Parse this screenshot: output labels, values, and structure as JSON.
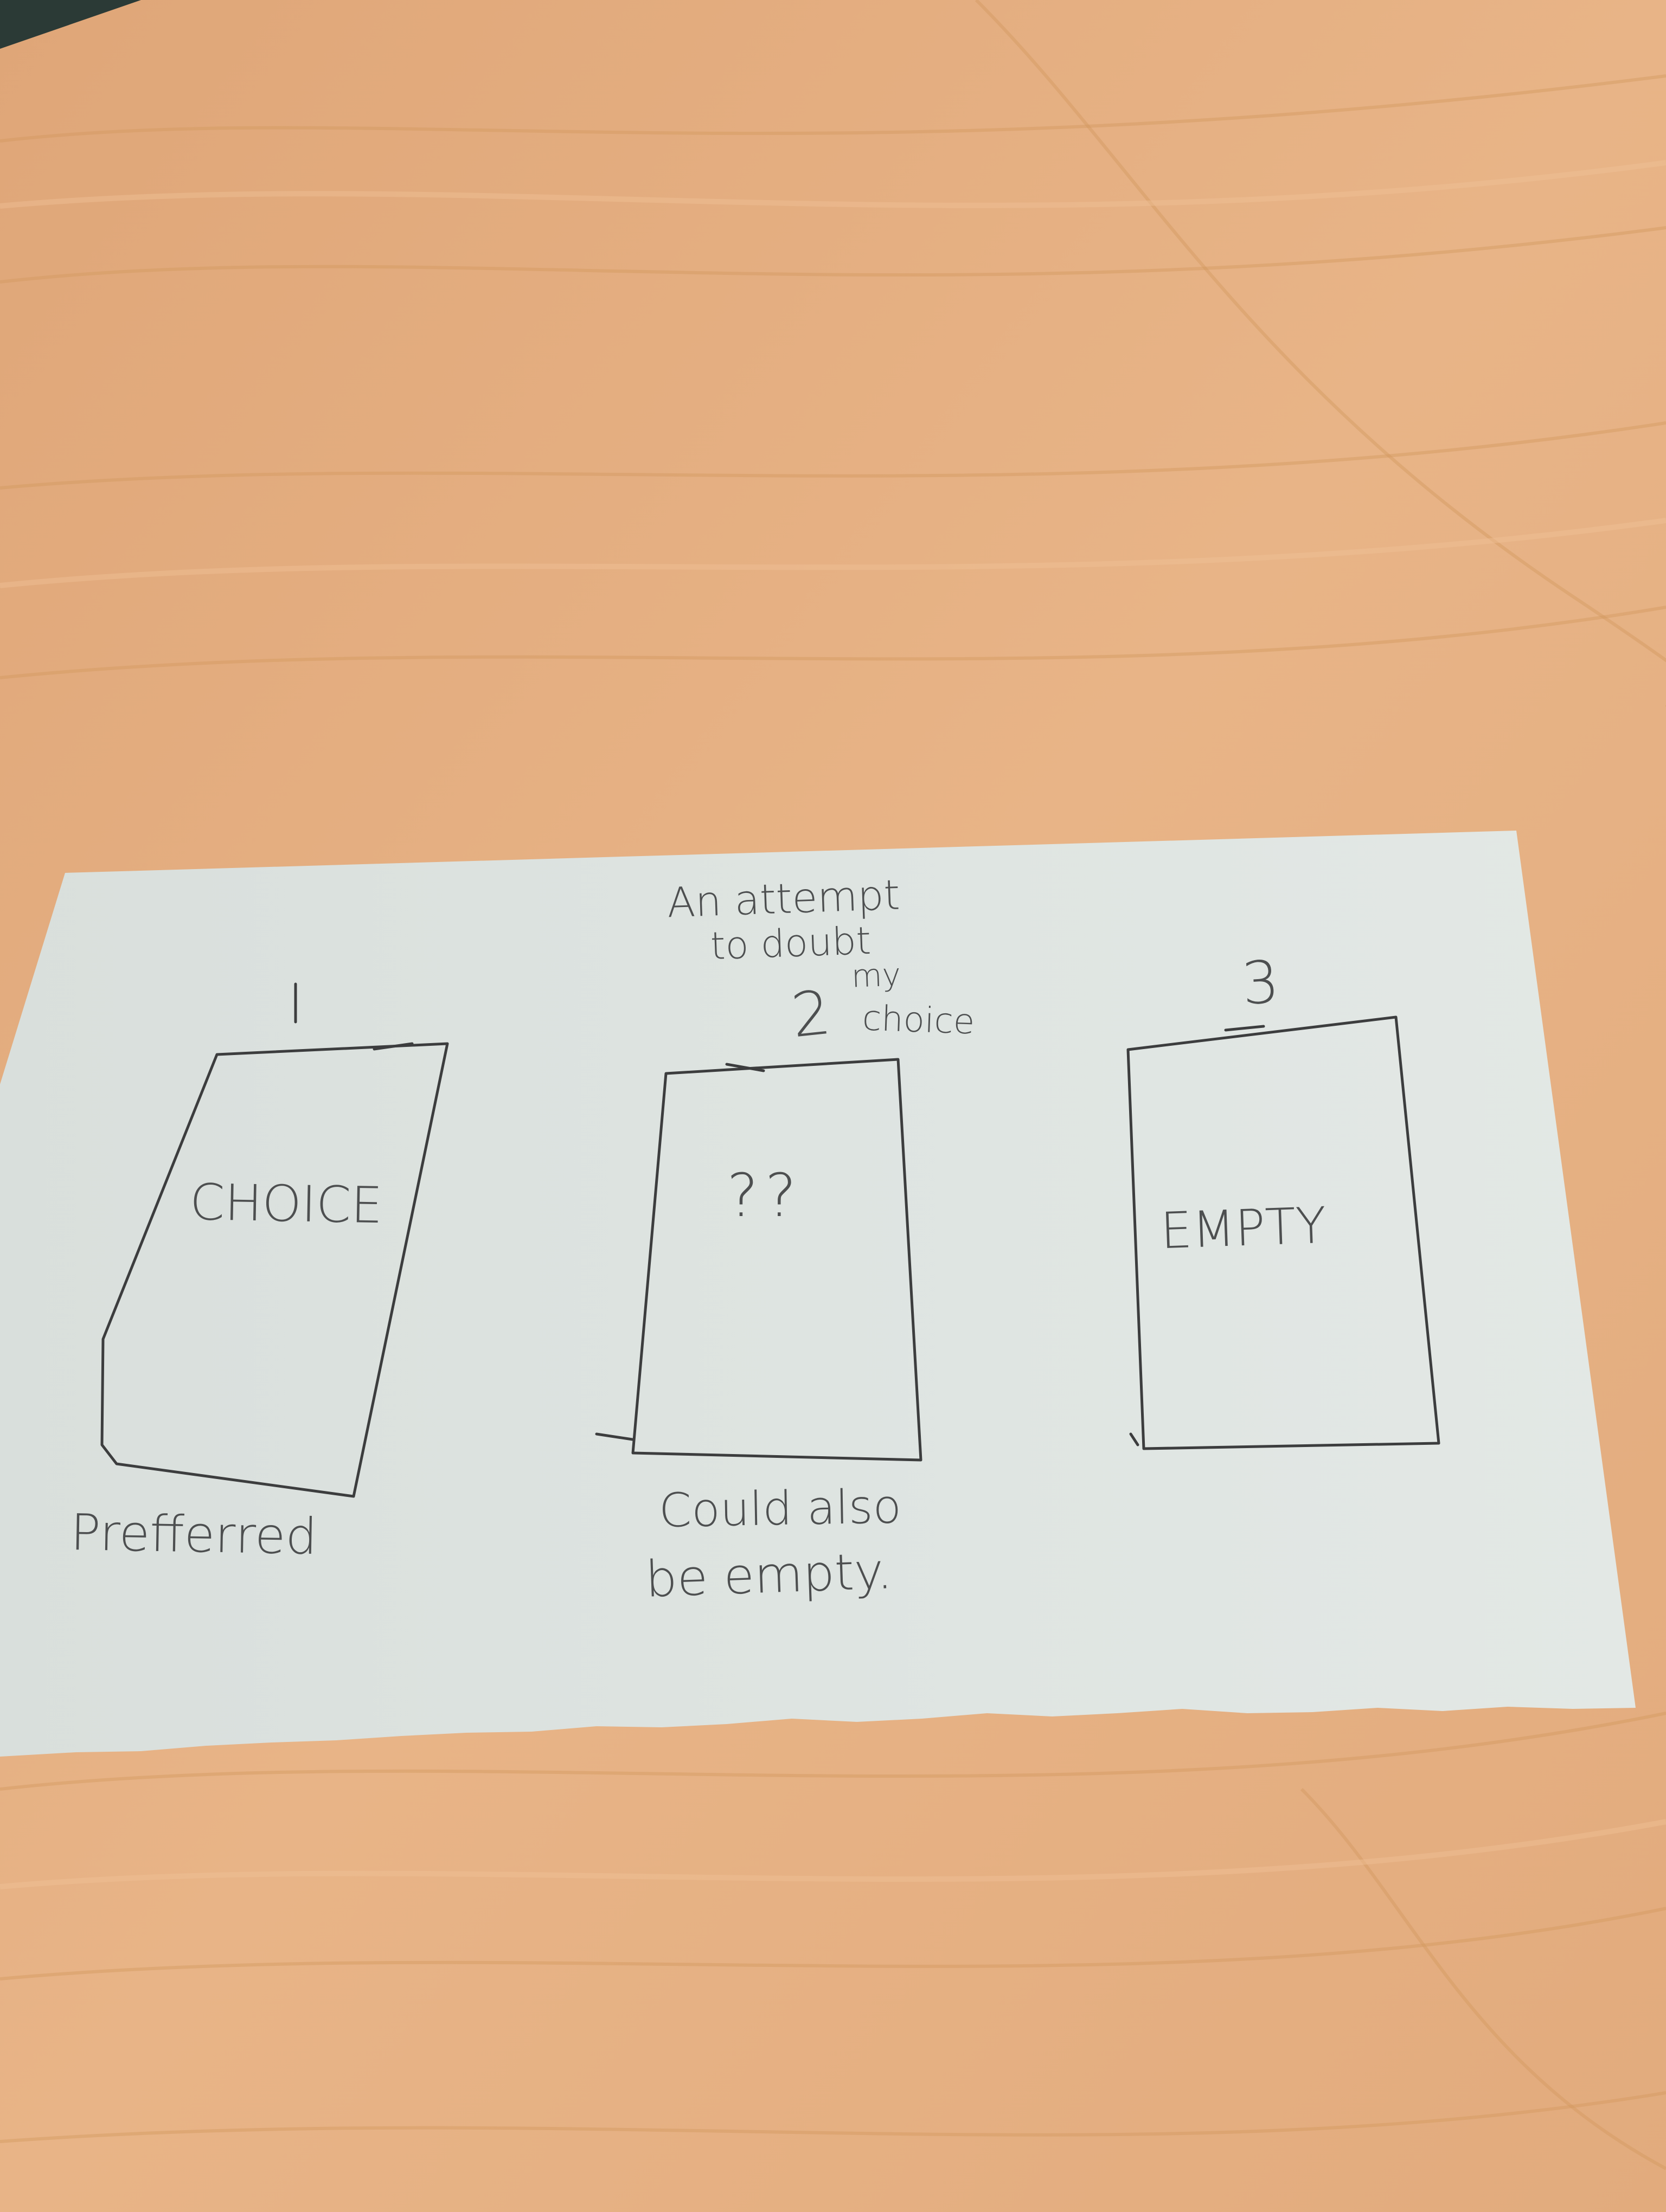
{
  "colors": {
    "table": "#e4ad80",
    "table_grain": "#d6995f",
    "paper": "#dde3e0",
    "ink": "#3c3d3e"
  },
  "door_1": {
    "number": "1",
    "inside": "CHOICE",
    "caption": "Prefferred"
  },
  "door_2": {
    "number": "2",
    "note_lines": [
      "An attempt",
      "to doubt",
      "my",
      "choice"
    ],
    "inside": "??",
    "caption_lines": [
      "Could also",
      "be empty."
    ]
  },
  "door_3": {
    "number": "3",
    "inside": "EMPTY"
  }
}
